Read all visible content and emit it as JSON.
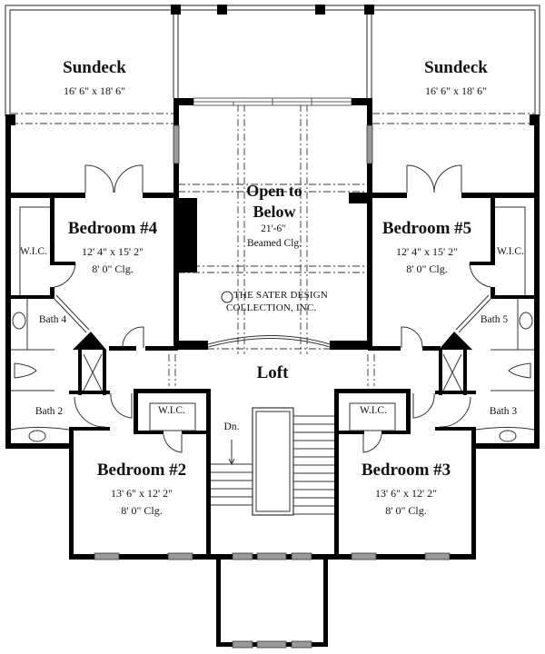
{
  "plan": {
    "colors": {
      "wall": "#000000",
      "line": "#333333",
      "window": "#888888",
      "background": "#ffffff"
    },
    "rooms": {
      "sundeck_left": {
        "name": "Sundeck",
        "size": "16' 6\" x 18' 6\""
      },
      "sundeck_right": {
        "name": "Sundeck",
        "size": "16' 6\" x 18' 6\""
      },
      "open_to_below": {
        "name_line1": "Open to",
        "name_line2": "Below",
        "height": "21'-6\"",
        "ceiling": "Beamed Clg."
      },
      "bedroom4": {
        "name": "Bedroom #4",
        "size": "12' 4\" x 15' 2\"",
        "ceiling": "8' 0\" Clg."
      },
      "bedroom5": {
        "name": "Bedroom #5",
        "size": "12' 4\" x 15' 2\"",
        "ceiling": "8' 0\" Clg."
      },
      "bedroom2": {
        "name": "Bedroom #2",
        "size": "13' 6\" x 12' 2\"",
        "ceiling": "8' 0\" Clg."
      },
      "bedroom3": {
        "name": "Bedroom #3",
        "size": "13' 6\" x 12' 2\"",
        "ceiling": "8' 0\" Clg."
      },
      "loft": {
        "name": "Loft"
      },
      "wic_left": {
        "name": "W.I.C."
      },
      "wic_right": {
        "name": "W.I.C."
      },
      "wic_bed2": {
        "name": "W.I.C."
      },
      "wic_bed3": {
        "name": "W.I.C."
      },
      "bath4": {
        "name": "Bath 4"
      },
      "bath5": {
        "name": "Bath 5"
      },
      "bath2": {
        "name": "Bath 2"
      },
      "bath3": {
        "name": "Bath 3"
      }
    },
    "stairs": {
      "label": "Dn."
    },
    "copyright": {
      "symbol": "C",
      "line1": "THE SATER DESIGN",
      "line2": "COLLECTION, INC."
    }
  }
}
